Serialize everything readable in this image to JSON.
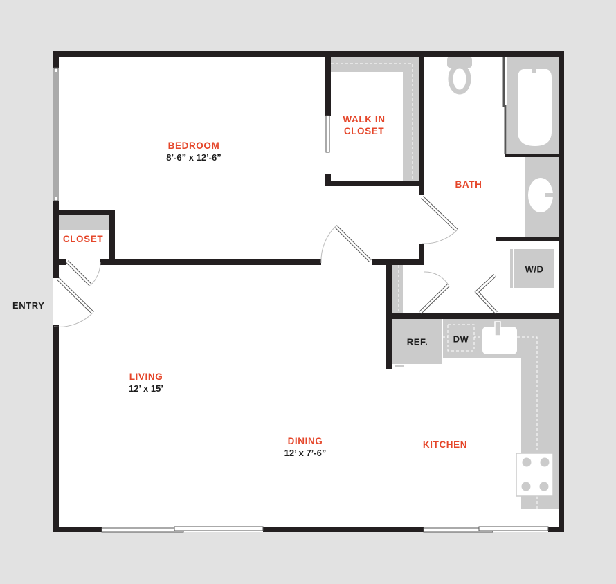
{
  "plan": {
    "colors": {
      "background": "#e2e2e2",
      "floor": "#ffffff",
      "wall": "#231f20",
      "fixture": "#cbcbcb",
      "room_label": "#e5462a",
      "dimension_text": "#1d1d1d"
    },
    "entry": {
      "label": "ENTRY"
    },
    "rooms": {
      "bedroom": {
        "name": "BEDROOM",
        "dimensions": "8’-6” x 12’-6”"
      },
      "walk_in_closet": {
        "name_line1": "WALK IN",
        "name_line2": "CLOSET"
      },
      "bath": {
        "name": "BATH"
      },
      "closet": {
        "name": "CLOSET"
      },
      "living": {
        "name": "LIVING",
        "dimensions": "12’ x 15’"
      },
      "dining": {
        "name": "DINING",
        "dimensions": "12’ x 7’-6”"
      },
      "kitchen": {
        "name": "KITCHEN"
      }
    },
    "fixtures": {
      "washer_dryer": "W/D",
      "refrigerator": "REF.",
      "dishwasher": "DW"
    }
  }
}
